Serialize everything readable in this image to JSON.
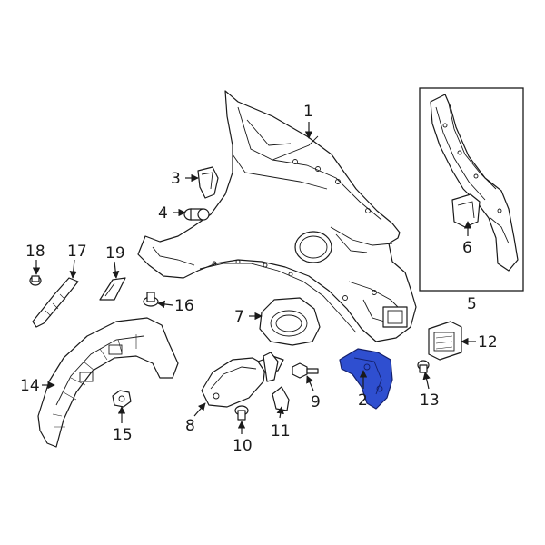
{
  "colors": {
    "highlight": "#2f4fd0",
    "highlight_stroke": "#14206b",
    "line": "#1a1a1a"
  },
  "callouts": {
    "c1": "1",
    "c2": "2",
    "c3": "3",
    "c4": "4",
    "c5": "5",
    "c6": "6",
    "c7": "7",
    "c8": "8",
    "c9": "9",
    "c10": "10",
    "c11": "11",
    "c12": "12",
    "c13": "13",
    "c14": "14",
    "c15": "15",
    "c16": "16",
    "c17": "17",
    "c18": "18",
    "c19": "19"
  }
}
